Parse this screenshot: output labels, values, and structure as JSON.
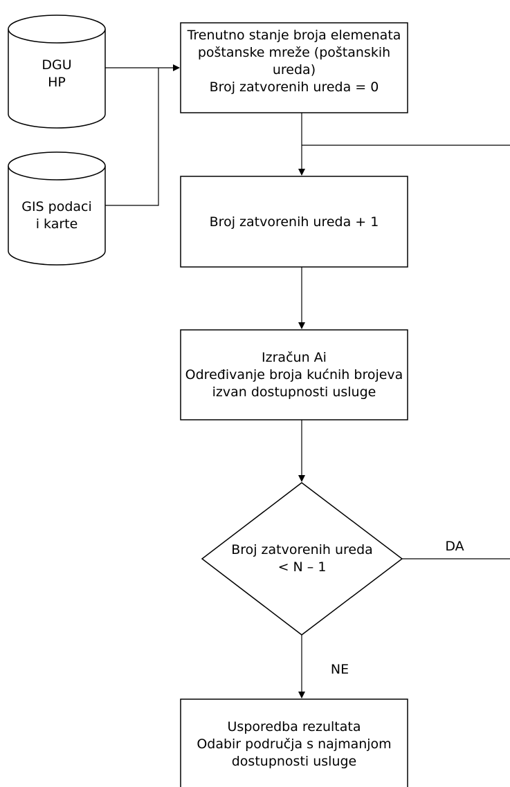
{
  "datastores": {
    "dgu_hp": {
      "lines": [
        "DGU",
        "HP"
      ]
    },
    "gis": {
      "lines": [
        "GIS podaci",
        "i karte"
      ]
    }
  },
  "boxes": {
    "initial_state": {
      "lines": [
        "Trenutno stanje broja elemenata",
        "poštanske mreže (poštanskih",
        "ureda)",
        "Broj zatvorenih ureda = 0"
      ]
    },
    "increment": {
      "lines": [
        "Broj zatvorenih ureda + 1"
      ]
    },
    "calculation": {
      "lines": [
        "Izračun Ai",
        "Određivanje broja kućnih brojeva",
        "izvan dostupnosti usluge"
      ]
    },
    "result": {
      "lines": [
        "Usporedba rezultata",
        "Odabir područja s najmanjom",
        "dostupnosti usluge"
      ]
    }
  },
  "decision": {
    "lines": [
      "Broj zatvorenih ureda",
      "< N – 1"
    ]
  },
  "edge_labels": {
    "yes": "DA",
    "no": "NE"
  },
  "colors": {
    "stroke": "#000000",
    "fill": "#ffffff"
  }
}
